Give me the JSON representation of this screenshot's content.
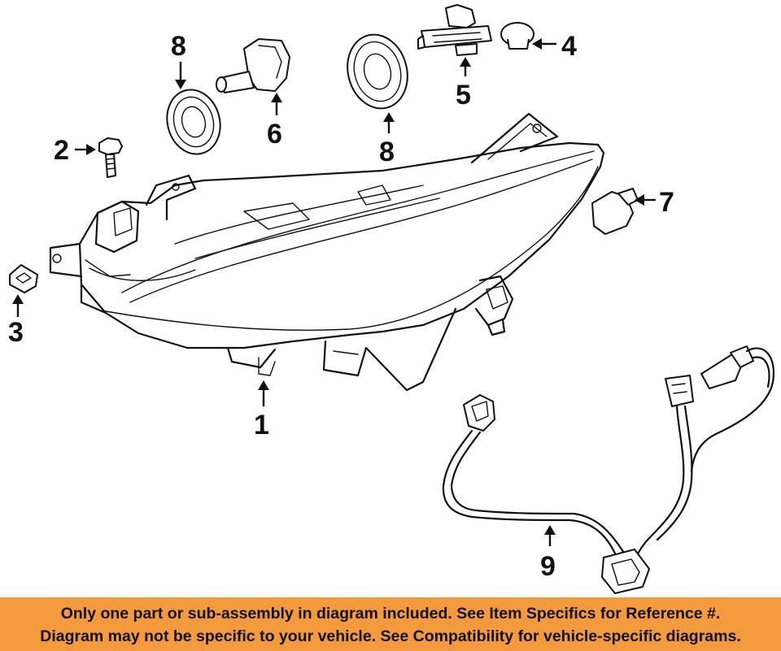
{
  "callouts": {
    "c1": "1",
    "c2": "2",
    "c3": "3",
    "c4": "4",
    "c5": "5",
    "c6": "6",
    "c7": "7",
    "c8a": "8",
    "c8b": "8",
    "c9": "9"
  },
  "banner": {
    "line1": "Only one part or sub-assembly in diagram included. See Item Specifics for Reference #.",
    "line2": "Diagram may not be specific to your vehicle. See Compatibility for vehicle-specific diagrams."
  },
  "colors": {
    "banner_background": "#f39a3c",
    "line_art": "#111111",
    "background": "#ffffff"
  }
}
